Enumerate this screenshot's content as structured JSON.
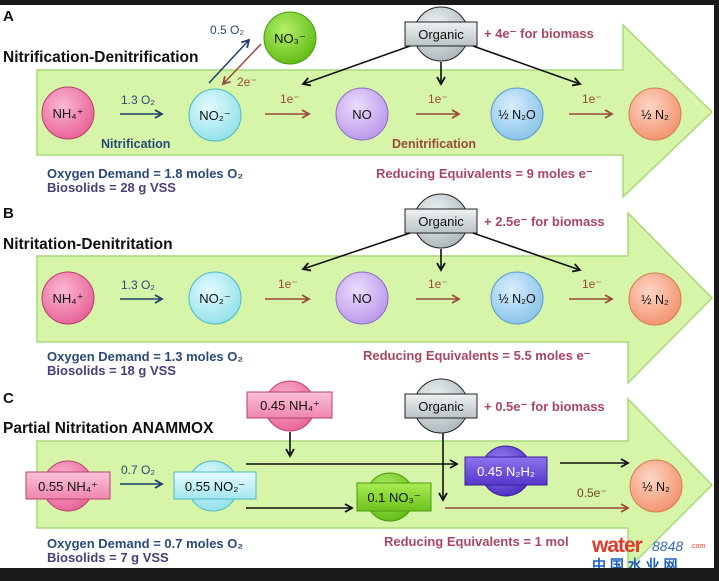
{
  "colors": {
    "arrow_fill": "#d6f5a8",
    "arrow_stroke": "#a9d97a",
    "blue_text": "#2a4a78",
    "maroon_text": "#a8475f",
    "brown_arrow": "#9a4a3a",
    "blue_arrow": "#1f3f6e",
    "black_arrow": "#111111",
    "nh4": "#f07aa8",
    "no2": "#a9ecf2",
    "no3": "#7ed320",
    "no": "#c9aaf0",
    "n2o": "#9fd2f0",
    "n2": "#f7a98a",
    "organic": "#c9d3d6",
    "n2h2": "#6a4cd8"
  },
  "panels": [
    {
      "letter": "A",
      "title": "Nitrification-Denitrification",
      "organic_label": "Organic",
      "biomass_note": "+ 4e⁻ for biomass",
      "nodes": [
        "NH₄⁺",
        "NO₂⁻",
        "NO",
        "½ N₂O",
        "½ N₂"
      ],
      "side_node": "NO₃⁻",
      "side_up_label": "0.5 O₂",
      "side_down_label": "2e⁻",
      "step_labels": [
        "1.3 O₂",
        "1e⁻",
        "1e⁻",
        "1e⁻"
      ],
      "process_labels": [
        "Nitrification",
        "Denitrification"
      ],
      "oxygen_demand": "Oxygen Demand = 1.8 moles O₂",
      "biosolids": "Biosolids = 28 g VSS",
      "reducing_equivalents": "Reducing Equivalents = 9 moles e⁻"
    },
    {
      "letter": "B",
      "title": "Nitritation-Denitritation",
      "organic_label": "Organic",
      "biomass_note": "+ 2.5e⁻ for biomass",
      "nodes": [
        "NH₄⁺",
        "NO₂⁻",
        "NO",
        "½ N₂O",
        "½ N₂"
      ],
      "step_labels": [
        "1.3 O₂",
        "1e⁻",
        "1e⁻",
        "1e⁻"
      ],
      "oxygen_demand": "Oxygen Demand = 1.3 moles O₂",
      "biosolids": "Biosolids = 18 g VSS",
      "reducing_equivalents": "Reducing Equivalents = 5.5 moles e⁻"
    },
    {
      "letter": "C",
      "title": "Partial Nitritation ANAMMOX",
      "organic_label": "Organic",
      "biomass_note": "+ 0.5e⁻ for biomass",
      "nodes": {
        "nh4_in": "0.55 NH₄⁺",
        "no2": "0.55 NO₂⁻",
        "nh4_top": "0.45 NH₄⁺",
        "no3": "0.1 NO₃⁻",
        "n2h2": "0.45 N₂H₂",
        "n2": "½ N₂"
      },
      "step_labels": [
        "0.7 O₂",
        "0.5e⁻"
      ],
      "oxygen_demand": "Oxygen Demand = 0.7 moles O₂",
      "biosolids": "Biosolids = 7 g VSS",
      "reducing_equivalents": "Reducing Equivalents = 1 mol"
    }
  ],
  "watermark": {
    "brand": "water",
    "number": "8848",
    "com": ".com",
    "cn": "中 国 水 业 网"
  }
}
